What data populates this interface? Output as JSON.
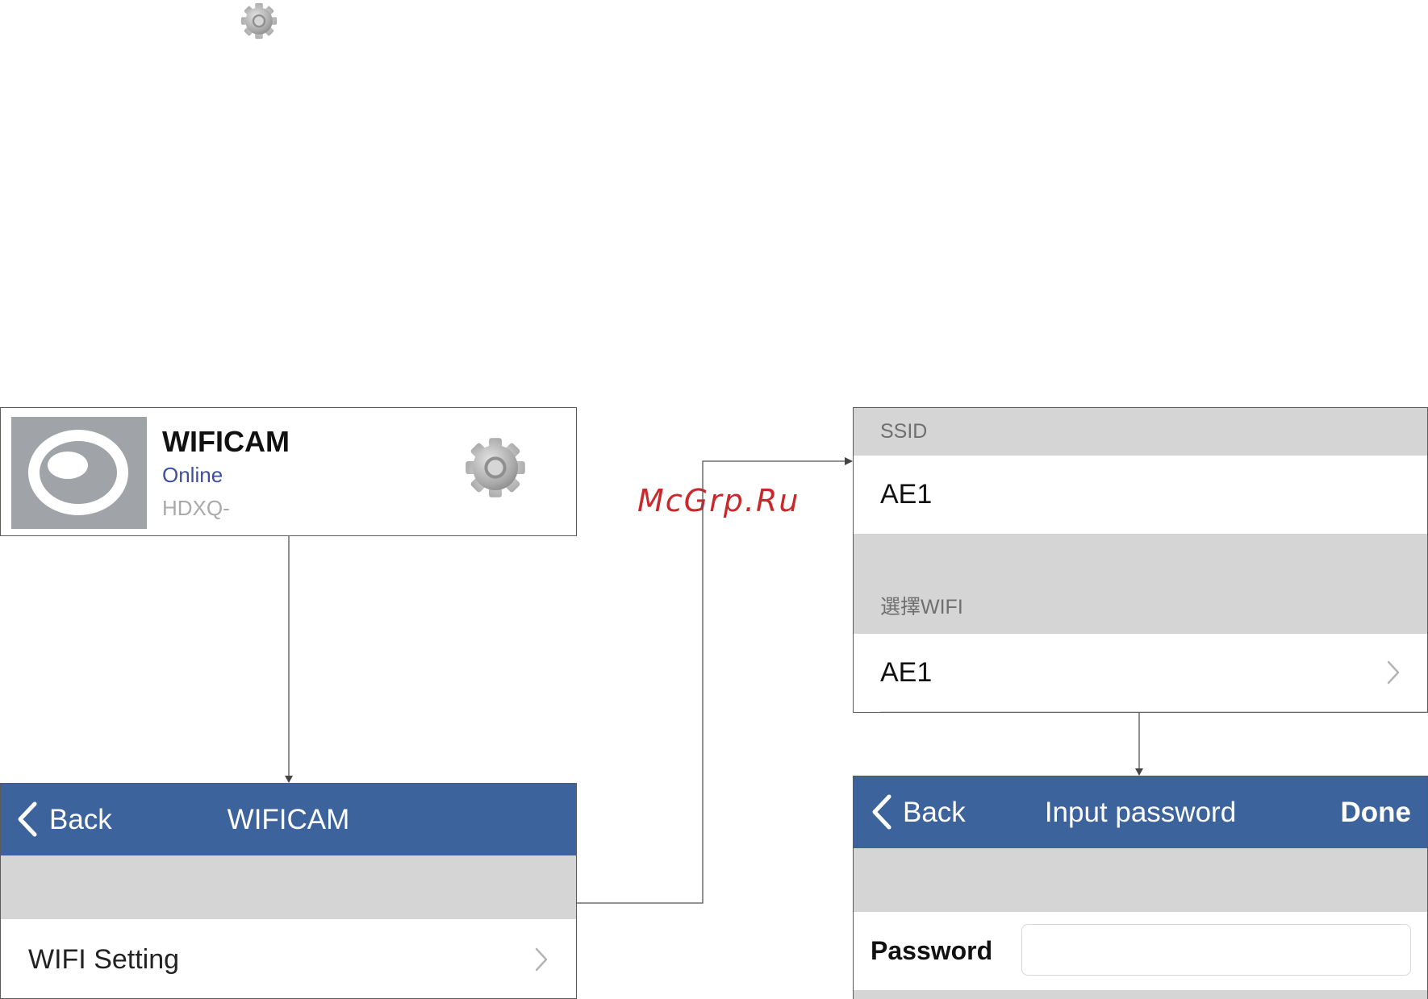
{
  "top_icon": {
    "icon": "gear-icon"
  },
  "device_card": {
    "thumbnail_icon": "camera-eye-icon",
    "name": "WIFICAM",
    "status": "Online",
    "device_id": "HDXQ-",
    "settings_icon": "gear-icon"
  },
  "watermark": "McGrp.Ru",
  "camera_screen": {
    "back_label": "Back",
    "title": "WIFICAM",
    "rows": [
      {
        "label": "WIFI Setting",
        "icon": "chevron-right-icon"
      }
    ]
  },
  "wifi_screen": {
    "ssid_header": "SSID",
    "ssid_value": "AE1",
    "select_header": "選擇WIFI",
    "selected_network": "AE1",
    "selected_icon": "chevron-right-icon"
  },
  "password_screen": {
    "back_label": "Back",
    "title": "Input password",
    "done_label": "Done",
    "password_label": "Password"
  },
  "colors": {
    "nav_bar": "#3d639d",
    "status_online": "#3e4fa3",
    "watermark": "#c9282c",
    "section_band": "#d5d5d5"
  }
}
